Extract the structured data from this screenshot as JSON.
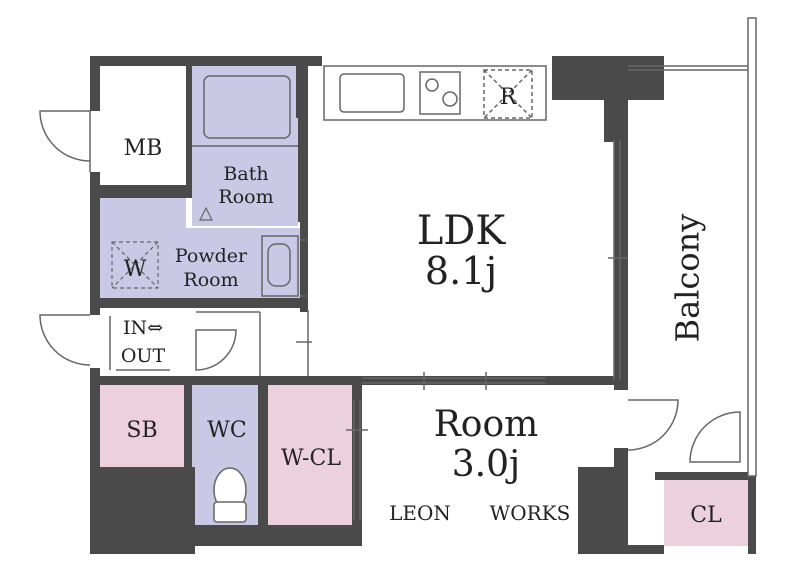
{
  "colors": {
    "wall": "#4a4a4a",
    "bath": "#c9c9e6",
    "storage_pink": "#ecd0dc",
    "floor": "#ffffff",
    "line": "#666666"
  },
  "rooms": {
    "mb": "MB",
    "bath_line1": "Bath",
    "bath_line2": "Room",
    "w": "W",
    "powder_line1": "Powder",
    "powder_line2": "Room",
    "in_out_line1": "IN⇔",
    "in_out_line2": "OUT",
    "sb": "SB",
    "wc": "WC",
    "wcl": "W-CL",
    "ldk_name": "LDK",
    "ldk_size": "8.1j",
    "room_name": "Room",
    "room_size": "3.0j",
    "balcony": "Balcony",
    "cl": "CL",
    "fridge": "R"
  },
  "branding": {
    "left": "LEON",
    "right": "WORKS"
  }
}
